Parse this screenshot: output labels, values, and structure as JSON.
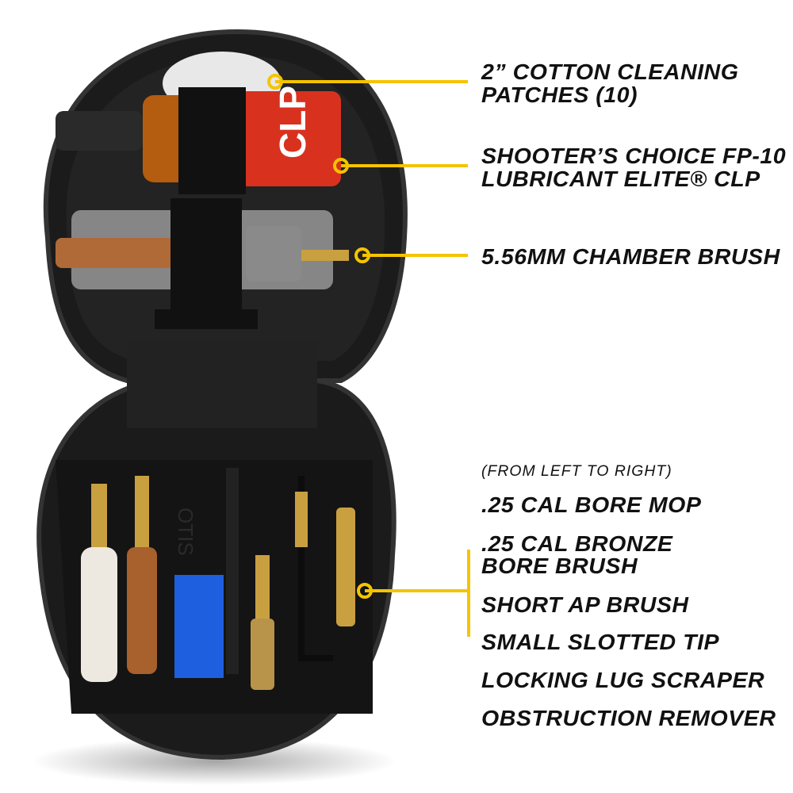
{
  "callouts": {
    "patches": "2” COTTON CLEANING\nPATCHES (10)",
    "patches_l1": "2” COTTON CLEANING",
    "patches_l2": "PATCHES (10)",
    "lube_l1": "SHOOTER’S CHOICE FP-10",
    "lube_l2": "LUBRICANT ELITE® CLP",
    "chamber_brush": "5.56MM CHAMBER BRUSH"
  },
  "tools": {
    "order_note": "(FROM LEFT TO RIGHT)",
    "items": [
      ".25 CAL BORE MOP",
      ".25 CAL BRONZE",
      "BORE BRUSH",
      "SHORT AP BRUSH",
      "SMALL SLOTTED TIP",
      "LOCKING LUG SCRAPER",
      "OBSTRUCTION REMOVER"
    ]
  },
  "product_marks": {
    "bottle_label": "CLP",
    "tray_emboss": "OTIS"
  },
  "colors": {
    "accent": "#f5c400",
    "text": "#111111",
    "case": "#1b1b1b",
    "bottle": "#d8321f",
    "brass": "#c9a040",
    "brush_blue": "#1e5fe0"
  }
}
